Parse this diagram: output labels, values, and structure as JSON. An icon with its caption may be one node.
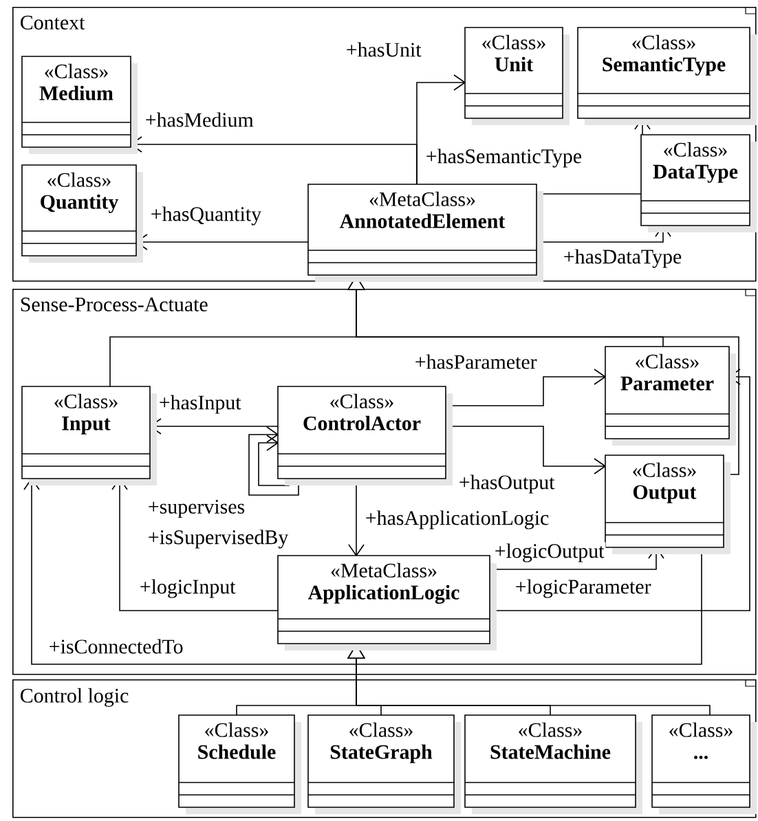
{
  "diagram": {
    "nodes": [
      {
        "text": [
          "Context"
        ]
      },
      {
        "text": [
          "«Class»",
          "Medium"
        ],
        "in": 0
      },
      {
        "text": [
          "«Class»",
          "Quantity"
        ],
        "in": 0
      },
      {
        "text": [
          "«MetaClass»",
          "AnnotatedElement"
        ],
        "in": 0
      },
      {
        "text": [
          "«Class»",
          "Unit"
        ],
        "in": 0
      },
      {
        "text": [
          "«Class»",
          "SemanticType"
        ],
        "in": 0
      },
      {
        "text": [
          "«Class»",
          "DataType"
        ],
        "in": 0
      },
      {
        "text": [
          "Sense-Process-Actuate"
        ]
      },
      {
        "text": [
          "«Class»",
          "Input"
        ],
        "in": 7
      },
      {
        "text": [
          "«Class»",
          "ControlActor"
        ],
        "in": 7
      },
      {
        "text": [
          "«Class»",
          "Parameter"
        ],
        "in": 7
      },
      {
        "text": [
          "«Class»",
          "Output"
        ],
        "in": 7
      },
      {
        "text": [
          "«MetaClass»",
          "ApplicationLogic"
        ],
        "in": 7
      },
      {
        "text": [
          "Control logic"
        ]
      },
      {
        "text": [
          "«Class»",
          "Schedule"
        ],
        "in": 13
      },
      {
        "text": [
          "«Class»",
          "StateGraph"
        ],
        "in": 13
      },
      {
        "text": [
          "«Class»",
          "StateMachine"
        ],
        "in": 13
      },
      {
        "text": [
          "«Class»",
          "..."
        ],
        "in": 13
      }
    ],
    "edges": [
      {
        "from": 3,
        "to": 1,
        "arrow": "to",
        "label": "+hasMedium"
      },
      {
        "from": 3,
        "to": 4,
        "arrow": "to",
        "label": "+hasUnit"
      },
      {
        "from": 3,
        "to": 2,
        "arrow": "to",
        "label": "+hasQuantity"
      },
      {
        "from": 3,
        "to": 5,
        "arrow": "to",
        "label": "+hasSemanticType"
      },
      {
        "from": 3,
        "to": 6,
        "arrow": "to",
        "label": "+hasDataType"
      },
      {
        "from": 8,
        "to": 3,
        "arrow": "to"
      },
      {
        "from": 10,
        "to": 3,
        "arrow": "to"
      },
      {
        "from": 11,
        "to": 3,
        "arrow": "to"
      },
      {
        "from": 9,
        "to": 8,
        "arrow": "to",
        "label": "+hasInput"
      },
      {
        "from": 9,
        "to": 9,
        "arrow": "to",
        "label": "+supervises"
      },
      {
        "from": 9,
        "to": 9,
        "arrow": "to",
        "label": "+isSupervisedBy"
      },
      {
        "from": 9,
        "to": 10,
        "arrow": "to",
        "label": "+hasParameter"
      },
      {
        "from": 9,
        "to": 11,
        "arrow": "to",
        "label": "+hasOutput"
      },
      {
        "from": 9,
        "to": 12,
        "arrow": "to",
        "label": "+hasApplicationLogic"
      },
      {
        "from": 12,
        "to": 11,
        "arrow": "to",
        "label": "+logicOutput"
      },
      {
        "from": 12,
        "to": 8,
        "arrow": "to",
        "label": "+logicInput"
      },
      {
        "from": 12,
        "to": 10,
        "arrow": "to",
        "label": "+logicParameter"
      },
      {
        "from": 11,
        "to": 8,
        "arrow": "to",
        "label": "+isConnectedTo"
      },
      {
        "from": 14,
        "to": 12,
        "arrow": "to"
      },
      {
        "from": 15,
        "to": 12,
        "arrow": "to"
      },
      {
        "from": 16,
        "to": 12,
        "arrow": "to"
      },
      {
        "from": 17,
        "to": 12,
        "arrow": "to"
      }
    ]
  }
}
